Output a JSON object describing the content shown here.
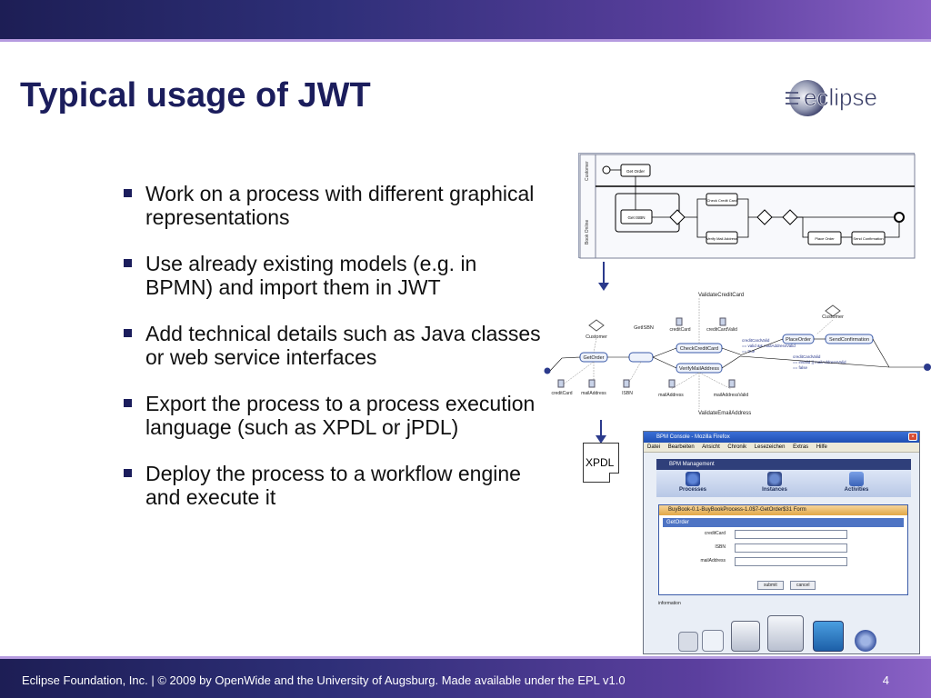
{
  "slide": {
    "title": "Typical usage of JWT",
    "logo_text": "eclipse",
    "bullets": [
      "Work on a process with different graphical representations",
      "Use already existing models (e.g. in BPMN) and import them in JWT",
      "Add technical details such as Java classes or web service interfaces",
      "Export the process to a process execution language (such as XPDL or jPDL)",
      "Deploy the process to a workflow engine and execute it"
    ],
    "footer": "Eclipse Foundation, Inc. | © 2009 by OpenWide and the University of Augsburg. Made available under the EPL v1.0",
    "page_number": "4"
  },
  "bpmn_diagram": {
    "pool_label": "Customer",
    "lane_label": "Book Online",
    "tasks": [
      "Get Order",
      "Get ISBN",
      "Check Credit Card",
      "Verify Mail Address",
      "Place Order",
      "Send Confirmation"
    ]
  },
  "jwt_diagram": {
    "top_label": "ValidateCreditCard",
    "bottom_label": "ValidateEmailAddress",
    "actors": [
      "Customer",
      "Customer"
    ],
    "tasks": [
      "GetOrder",
      "GetISBN",
      "CheckCreditCard",
      "VerifyMailAddress",
      "PlaceOrder",
      "SendConfirmation"
    ],
    "data": [
      "creditCard",
      "creditCardValid",
      "creditCard",
      "mailAddress",
      "ISBN",
      "mailAddress",
      "mailAddressValid"
    ],
    "guards": [
      "creditCardValid",
      "== valid && mailAddressValid",
      "== true",
      "creditCardValid",
      "== invalid || mailAddressValid",
      "== false"
    ]
  },
  "xpdl_label": "XPDL",
  "browser": {
    "title": "BPM Console - Mozilla Firefox",
    "menu": [
      "Datei",
      "Bearbeiten",
      "Ansicht",
      "Chronik",
      "Lesezeichen",
      "Extras",
      "Hilfe"
    ],
    "app_title": "BPM Management",
    "tabs": [
      "Processes",
      "Instances",
      "Activities"
    ],
    "form_title": "BuyBook-0.1-BuyBookProcess-1.0$7-GetOrder$31 Form",
    "section_title": "GetOrder",
    "fields": [
      "creditCard",
      "ISBN",
      "mailAddress"
    ],
    "submit_label": "submit",
    "cancel_label": "cancel",
    "status": "information"
  },
  "colors": {
    "bar_dark": "#1d1e55",
    "bar_light": "#8a62c6",
    "title": "#1b1d5c",
    "accent": "#2b3a8c"
  }
}
